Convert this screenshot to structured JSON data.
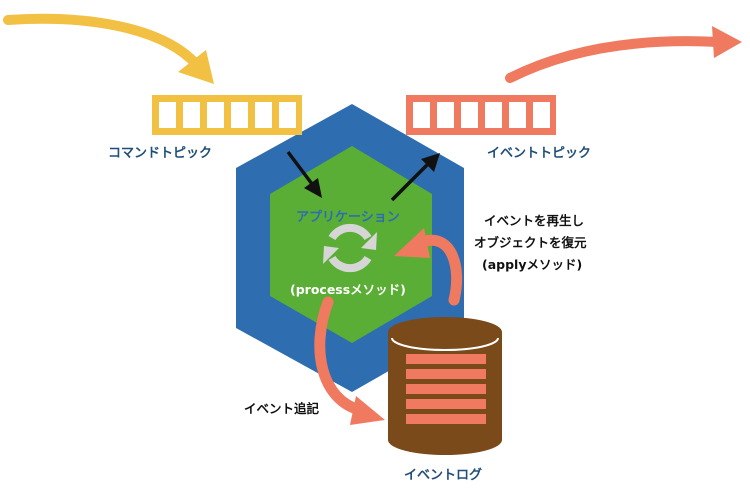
{
  "colors": {
    "command_topic": "#f2c043",
    "event_topic": "#ef7a5f",
    "hexagon_outer": "#2e6db0",
    "hexagon_inner": "#5aae35",
    "event_store": "#7a4a1a",
    "event_store_rows": "#ef7a5f",
    "arrow_orange": "#ef7a5f",
    "arrow_black": "#111111",
    "refresh_icon": "#d6d6d6"
  },
  "labels": {
    "command_topic": "コマンドトピック",
    "event_topic": "イベントトピック",
    "application": "アプリケーション",
    "process_method": "(processメソッド)",
    "replay_line1": "イベントを再生し",
    "replay_line2": "オブジェクトを復元",
    "replay_line3": "(applyメソッド)",
    "append_event": "イベント追記",
    "event_log": "イベントログ"
  },
  "icons": {
    "refresh": "refresh-icon"
  }
}
